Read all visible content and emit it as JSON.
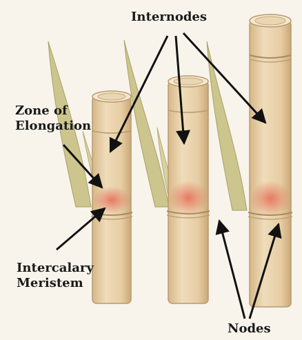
{
  "labels": {
    "internodes": "Internodes",
    "zone_line1": "Zone of",
    "zone_line2": "Elongation",
    "meristem_line1": "Intercalary",
    "meristem_line2": "Meristem",
    "nodes": "Nodes"
  },
  "colors": {
    "background": "#f8f4ec",
    "stem": "#e8cfa6",
    "stem_edge": "#b89a6e",
    "leaf": "#cdc58e",
    "meristem_zone": "#e07a5f",
    "arrow": "#111111"
  }
}
